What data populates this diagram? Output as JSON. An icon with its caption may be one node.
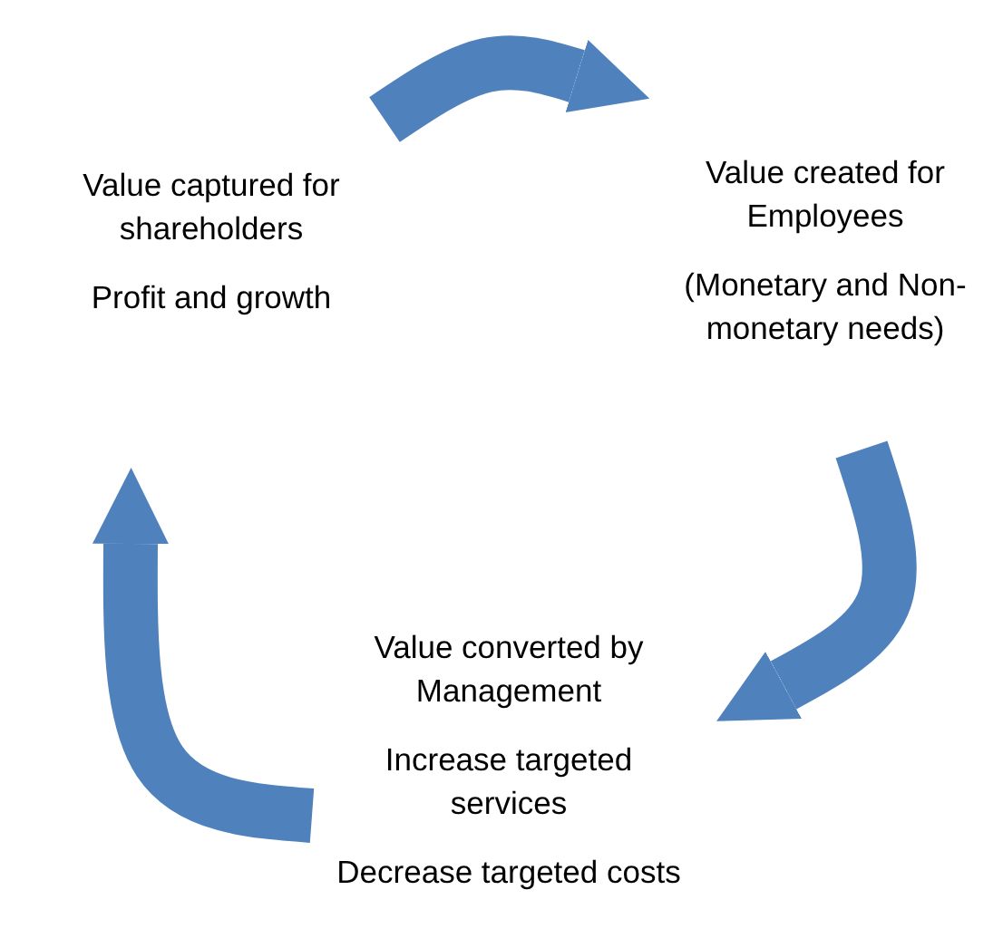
{
  "diagram": {
    "nodes": [
      {
        "text": [
          "Value created for Employees",
          "(Monetary and Non-monetary needs)"
        ]
      },
      {
        "text": [
          "Value converted by Management",
          "Increase targeted services",
          "Decrease targeted costs"
        ]
      },
      {
        "text": [
          "Value captured for shareholders",
          "Profit and growth"
        ]
      }
    ],
    "edges": [
      {
        "from": 2,
        "to": 0,
        "arrow": "to"
      },
      {
        "from": 0,
        "to": 1,
        "arrow": "to"
      },
      {
        "from": 1,
        "to": 2,
        "arrow": "to"
      }
    ]
  }
}
